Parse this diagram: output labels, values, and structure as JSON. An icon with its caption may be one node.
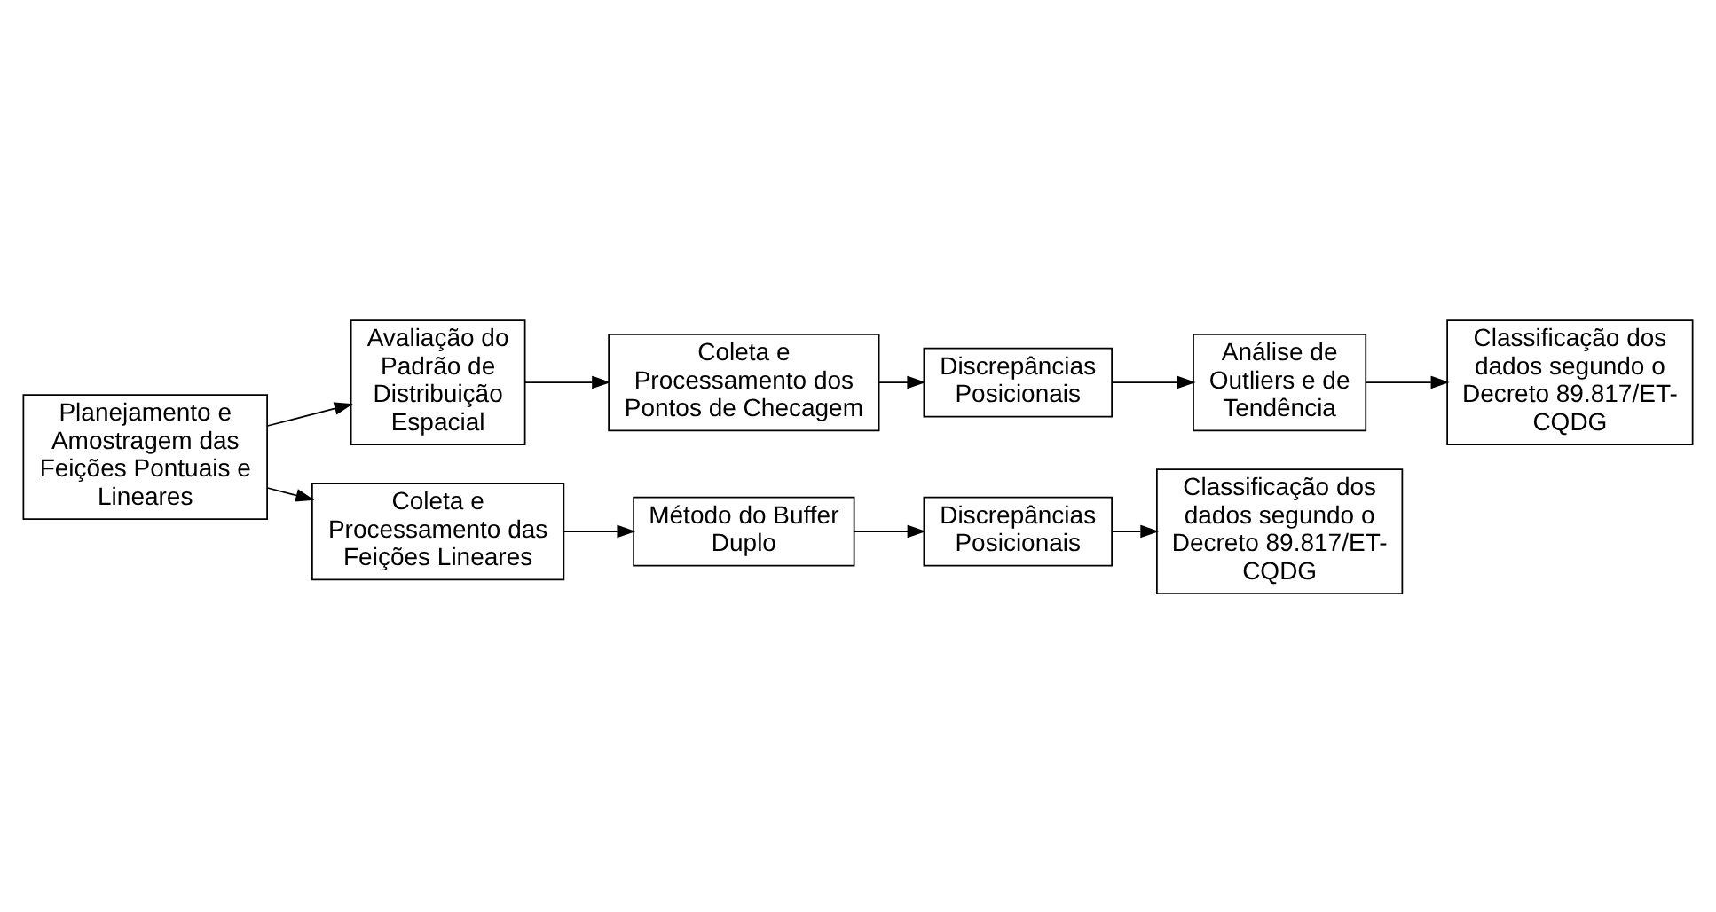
{
  "diagram": {
    "nodes": [
      {
        "text": [
          "Planejamento e Amostragem das Feições Pontuais e Lineares"
        ]
      },
      {
        "text": [
          "Avaliação do Padrão de Distribuição Espacial"
        ]
      },
      {
        "text": [
          "Coleta e Processamento dos Pontos de Checagem"
        ]
      },
      {
        "text": [
          "Discrepâncias Posicionais"
        ]
      },
      {
        "text": [
          "Análise de Outliers e de Tendência"
        ]
      },
      {
        "text": [
          "Classificação dos dados segundo o Decreto 89.817/ET-CQDG"
        ]
      },
      {
        "text": [
          "Coleta e Processamento das Feições Lineares"
        ]
      },
      {
        "text": [
          "Método do Buffer Duplo"
        ]
      },
      {
        "text": [
          "Discrepâncias Posicionais"
        ]
      },
      {
        "text": [
          "Classificação dos dados segundo o Decreto 89.817/ET-CQDG"
        ]
      }
    ],
    "edges": [
      {
        "from": 0,
        "to": 1,
        "arrow": "to"
      },
      {
        "from": 1,
        "to": 2,
        "arrow": "to"
      },
      {
        "from": 2,
        "to": 3,
        "arrow": "to"
      },
      {
        "from": 3,
        "to": 4,
        "arrow": "to"
      },
      {
        "from": 4,
        "to": 5,
        "arrow": "to"
      },
      {
        "from": 0,
        "to": 6,
        "arrow": "to"
      },
      {
        "from": 6,
        "to": 7,
        "arrow": "to"
      },
      {
        "from": 7,
        "to": 8,
        "arrow": "to"
      },
      {
        "from": 8,
        "to": 9,
        "arrow": "to"
      }
    ]
  }
}
